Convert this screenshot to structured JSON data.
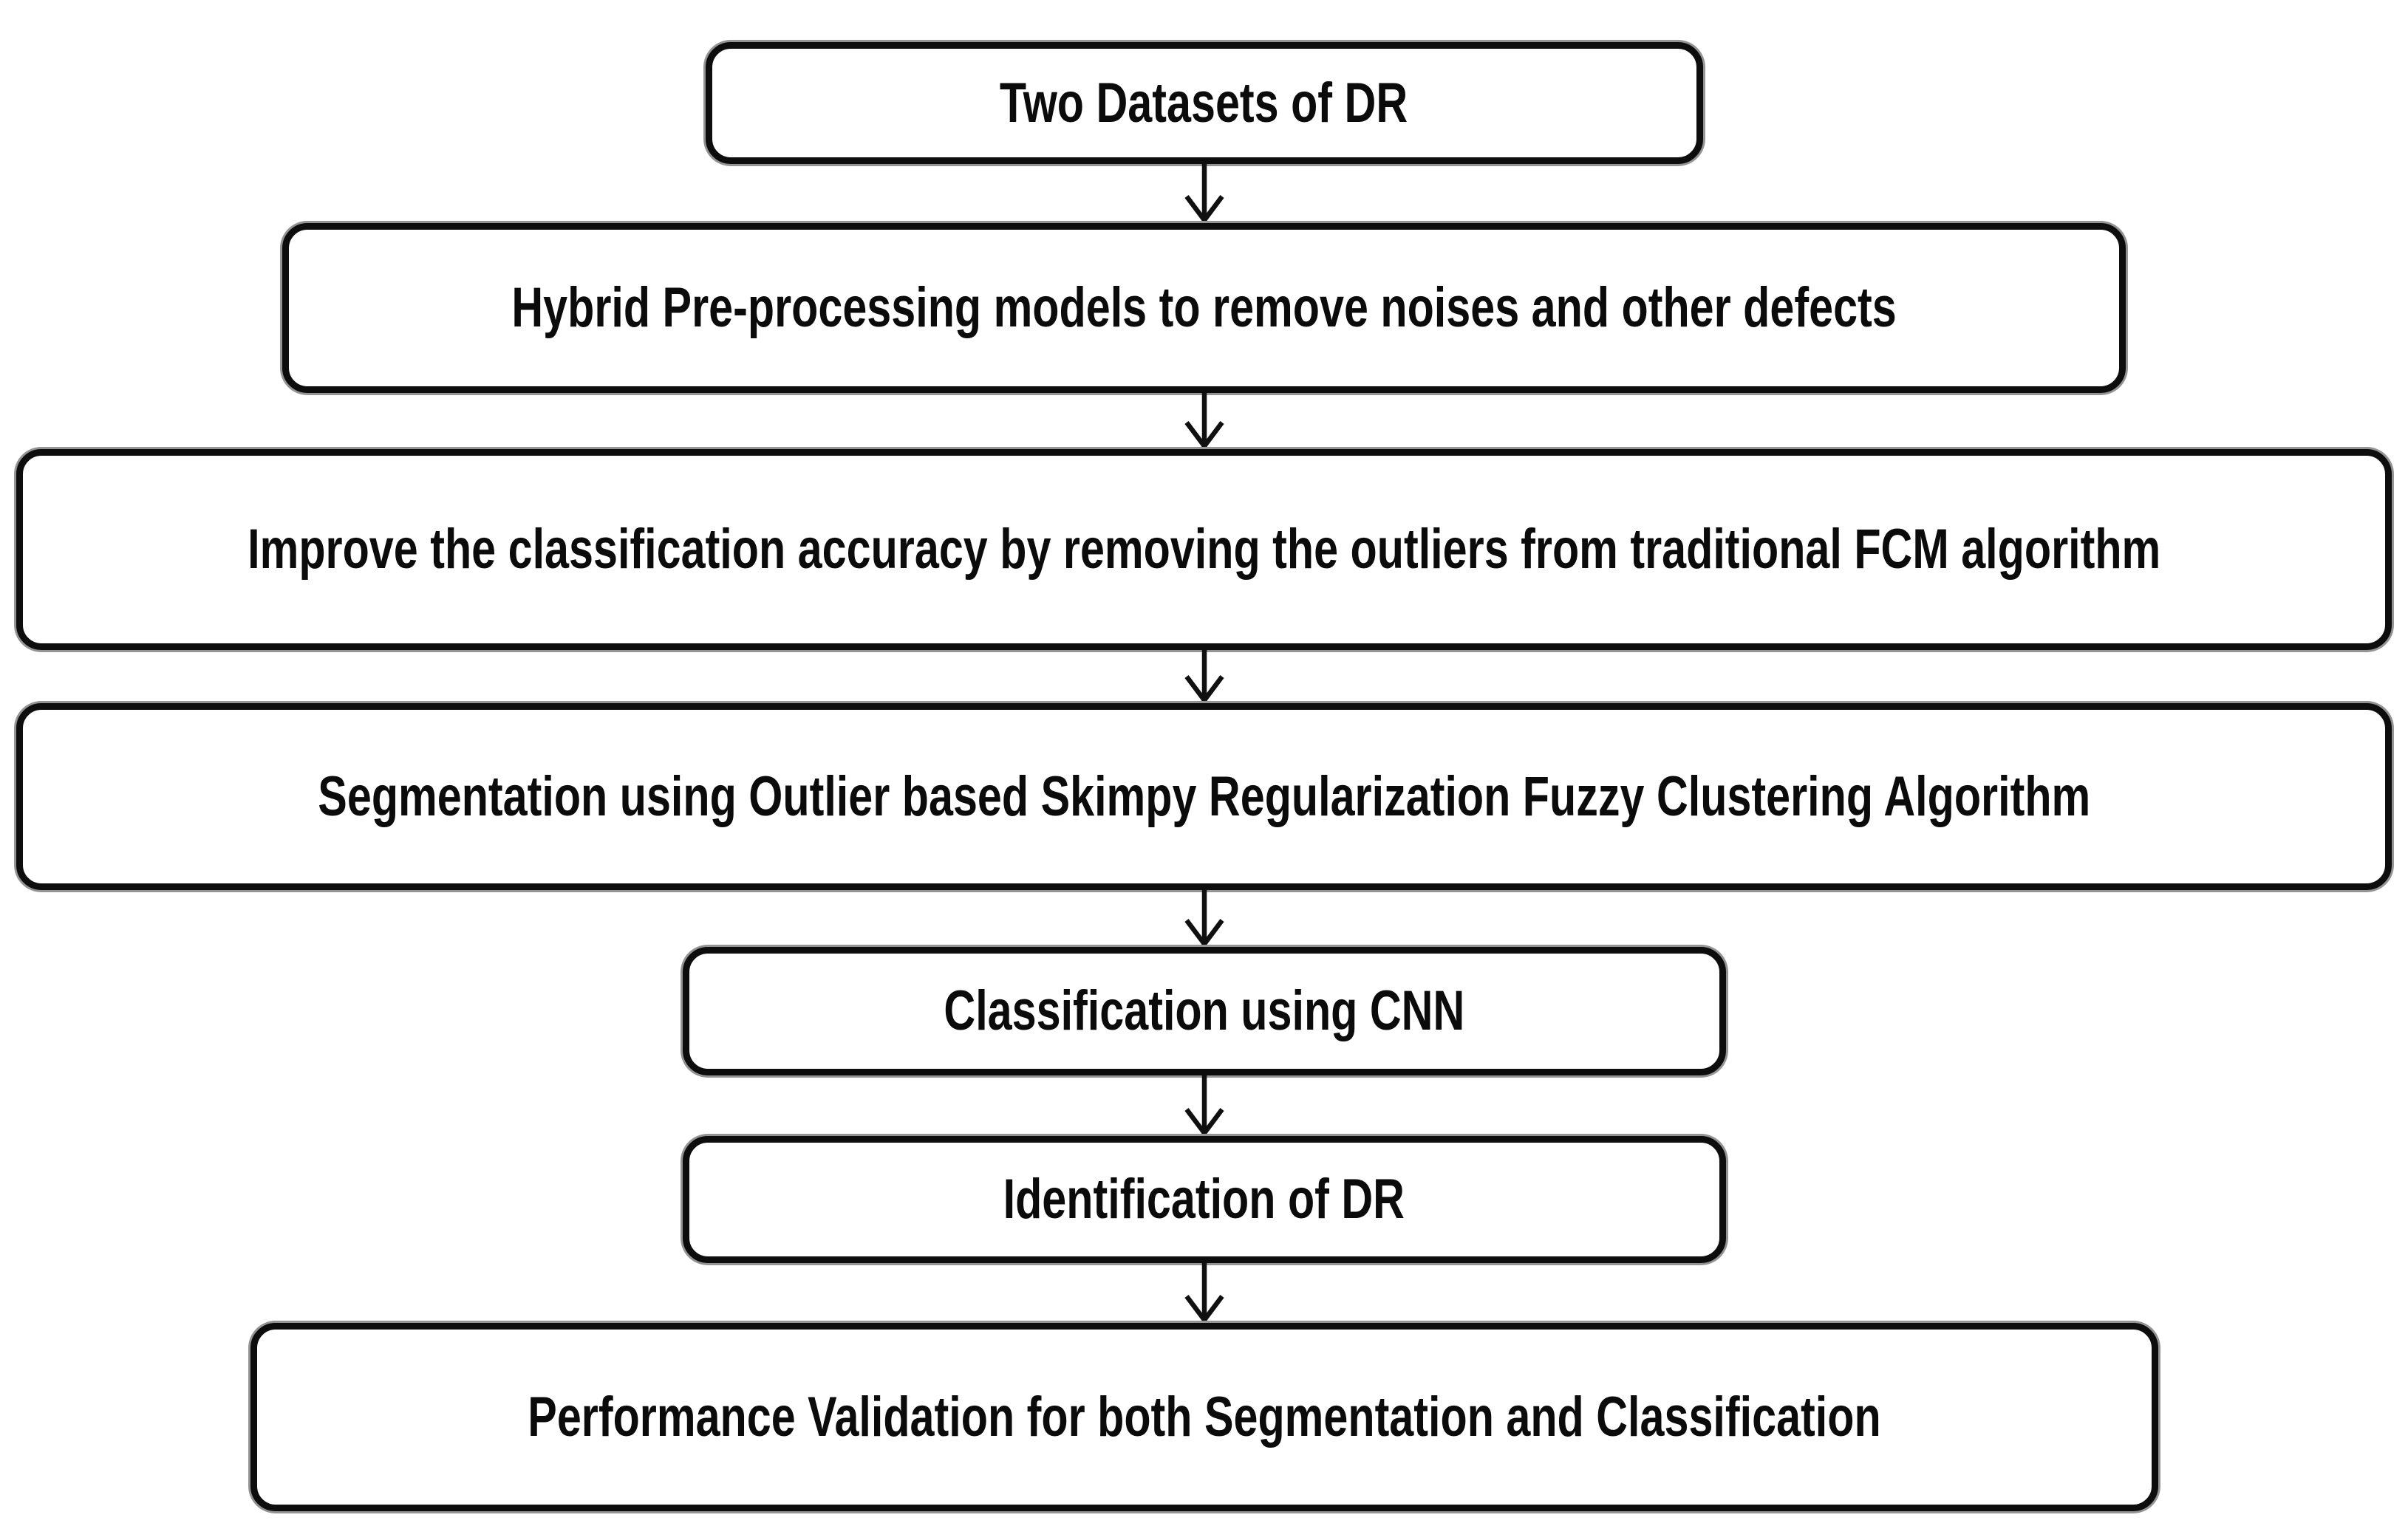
{
  "flowchart": {
    "direction": "top-down",
    "connector_style": "open-v-arrow",
    "colors": {
      "background": "#ffffff",
      "box_fill": "#ffffff",
      "box_border": "#0d0d0d",
      "box_shadow": "#949494",
      "text": "#0b0b0b",
      "arrow": "#101010"
    },
    "steps": [
      {
        "label": "Two Datasets of DR"
      },
      {
        "label": "Hybrid Pre-processing models to remove noises and other defects"
      },
      {
        "label": "Improve the classification accuracy by removing the outliers from traditional FCM algorithm"
      },
      {
        "label": "Segmentation using Outlier based Skimpy Regularization Fuzzy Clustering Algorithm"
      },
      {
        "label": "Classification using CNN"
      },
      {
        "label": "Identification of DR"
      },
      {
        "label": "Performance Validation for both Segmentation and Classification"
      }
    ]
  }
}
